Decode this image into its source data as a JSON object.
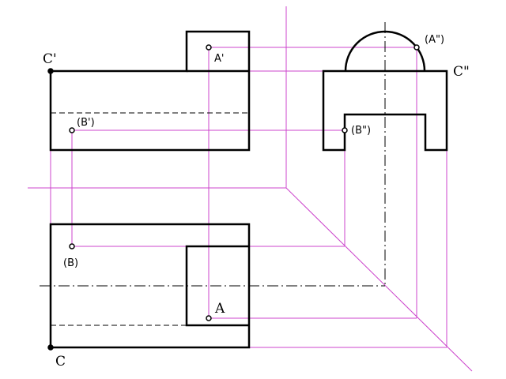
{
  "colors": {
    "outline": "#000000",
    "construction": "#cc44cc",
    "background": "#ffffff"
  },
  "labels": {
    "c_prime": "C'",
    "a_prime": "A'",
    "a_double_prime": "(A\")",
    "c_double_prime": "C\"",
    "b_prime": "(B')",
    "b_double_prime": "(B\")",
    "b": "(B)",
    "a": "A",
    "c": "C"
  }
}
